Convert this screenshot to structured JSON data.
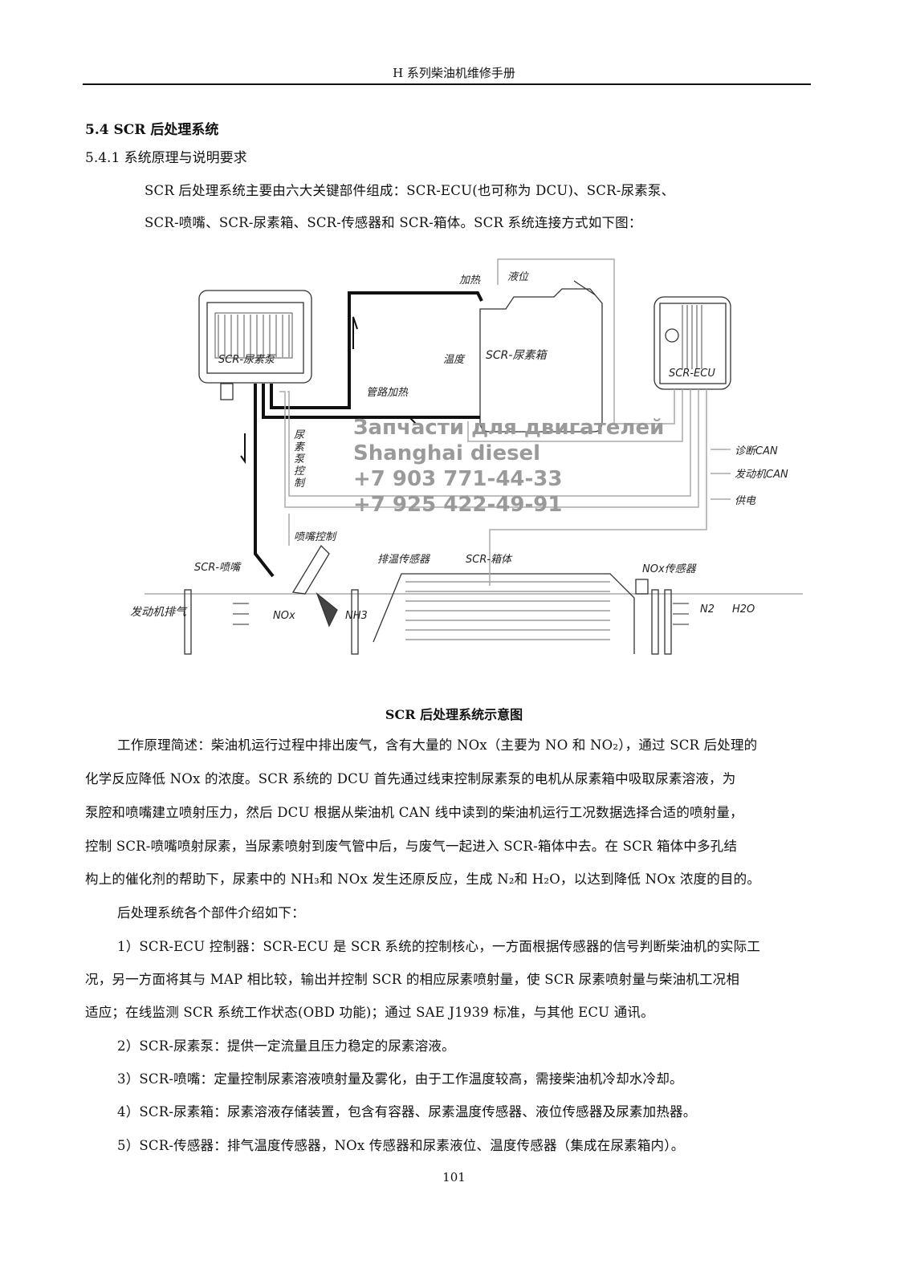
{
  "header": {
    "title": "H 系列柴油机维修手册"
  },
  "section": {
    "heading": "5.4 SCR 后处理系统",
    "subheading": "5.4.1 系统原理与说明要求"
  },
  "intro": [
    "SCR 后处理系统主要由六大关键部件组成：SCR-ECU(也可称为 DCU)、SCR-尿素泵、",
    "SCR-喷嘴、SCR-尿素箱、SCR-传感器和 SCR-箱体。SCR 系统连接方式如下图："
  ],
  "diagram": {
    "labels": {
      "pump": "SCR-尿素泵",
      "tank": "SCR-尿素箱",
      "ecu": "SCR-ECU",
      "heating": "加热",
      "level": "液位",
      "temp": "温度",
      "pipe_heating": "管路加热",
      "pump_control": "尿素泵控制",
      "diag_can": "诊断CAN",
      "engine_can": "发动机CAN",
      "power": "供电",
      "nozzle_control": "喷嘴控制",
      "nozzle": "SCR-喷嘴",
      "exhaust_temp_sensor": "排温传感器",
      "box": "SCR-箱体",
      "nox_sensor": "NOx传感器",
      "engine_exhaust": "发动机排气",
      "nox": "NOx",
      "nh3": "NH3",
      "n2": "N2",
      "h2o": "H2O"
    },
    "caption": "SCR 后处理系统示意图"
  },
  "watermark": [
    "Запчасти для двигателей",
    "Shanghai diesel",
    "+7 903 771-44-33",
    "+7 925 422-49-91"
  ],
  "body": [
    "工作原理简述：柴油机运行过程中排出废气，含有大量的 NOx（主要为 NO 和 NO₂），通过 SCR 后处理的",
    "化学反应降低 NOx 的浓度。SCR 系统的 DCU 首先通过线束控制尿素泵的电机从尿素箱中吸取尿素溶液，为",
    "泵腔和喷嘴建立喷射压力，然后 DCU 根据从柴油机 CAN 线中读到的柴油机运行工况数据选择合适的喷射量，",
    "控制 SCR-喷嘴喷射尿素，当尿素喷射到废气管中后，与废气一起进入 SCR-箱体中去。在 SCR 箱体中多孔结",
    "构上的催化剂的帮助下，尿素中的 NH₃和 NOx 发生还原反应，生成 N₂和 H₂O，以达到降低 NOx 浓度的目的。",
    "后处理系统各个部件介绍如下：",
    "1）SCR-ECU 控制器：SCR-ECU 是 SCR 系统的控制核心，一方面根据传感器的信号判断柴油机的实际工",
    "况，另一方面将其与 MAP 相比较，输出并控制 SCR 的相应尿素喷射量，使 SCR 尿素喷射量与柴油机工况相",
    "适应；在线监测 SCR 系统工作状态(OBD 功能)；通过 SAE  J1939 标准，与其他 ECU 通讯。",
    "2）SCR-尿素泵：提供一定流量且压力稳定的尿素溶液。",
    "3）SCR-喷嘴：定量控制尿素溶液喷射量及雾化，由于工作温度较高，需接柴油机冷却水冷却。",
    "4）SCR-尿素箱：尿素溶液存储装置，包含有容器、尿素温度传感器、液位传感器及尿素加热器。",
    "5）SCR-传感器：排气温度传感器，NOx 传感器和尿素液位、温度传感器（集成在尿素箱内）。"
  ],
  "page_number": "101"
}
